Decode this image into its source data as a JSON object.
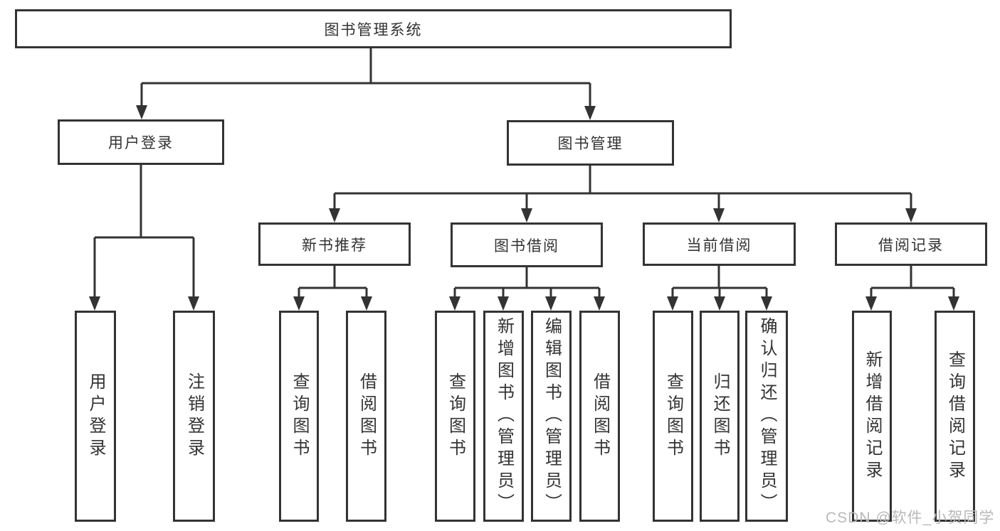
{
  "colors": {
    "line": "#333333",
    "box_border": "#333333",
    "text": "#333333",
    "watermark": "#b9b9b9",
    "background": "#ffffff"
  },
  "watermark": "CSDN @软件_小贺同学",
  "tree": {
    "root": "图书管理系统",
    "branches": [
      {
        "label": "用户登录",
        "children": [
          "用户登录",
          "注销登录"
        ]
      },
      {
        "label": "图书管理",
        "groups": [
          {
            "label": "新书推荐",
            "children": [
              "查询图书",
              "借阅图书"
            ]
          },
          {
            "label": "图书借阅",
            "children": [
              "查询图书",
              "新增图书（管理员）",
              "编辑图书（管理员）",
              "借阅图书"
            ]
          },
          {
            "label": "当前借阅",
            "children": [
              "查询图书",
              "归还图书",
              "确认归还（管理员）"
            ]
          },
          {
            "label": "借阅记录",
            "children": [
              "新增借阅记录",
              "查询借阅记录"
            ]
          }
        ]
      }
    ]
  }
}
